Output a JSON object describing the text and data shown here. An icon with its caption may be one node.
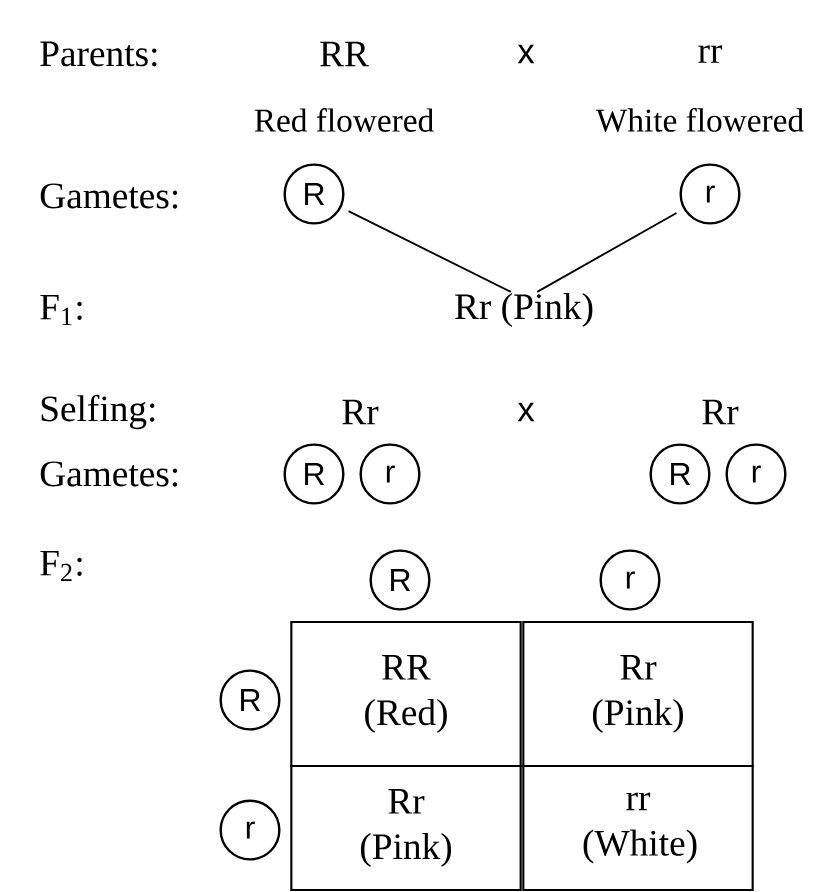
{
  "diagram": {
    "nodes": [
      {
        "text": [
          "R"
        ]
      },
      {
        "text": [
          "r"
        ]
      },
      {
        "text": [
          "Rr (Pink)"
        ]
      },
      {
        "text": [
          "R"
        ]
      },
      {
        "text": [
          "r"
        ]
      },
      {
        "text": [
          "R"
        ]
      },
      {
        "text": [
          "r"
        ]
      },
      {
        "text": [
          "R"
        ]
      },
      {
        "text": [
          "r"
        ]
      },
      {
        "text": [
          "R"
        ]
      },
      {
        "text": [
          "RR (Red)"
        ]
      },
      {
        "text": [
          "Rr (Pink)"
        ]
      },
      {
        "text": [
          "r"
        ]
      },
      {
        "text": [
          "Rr (Pink)"
        ]
      },
      {
        "text": [
          "rr (White)"
        ]
      }
    ],
    "edges": [
      {
        "from": 0,
        "to": 2,
        "arrow": "none"
      },
      {
        "from": 1,
        "to": 2,
        "arrow": "none"
      }
    ],
    "labels": [
      "Parents:",
      "RR",
      "x",
      "rr",
      "Red flowered",
      "White flowered",
      "Gametes:",
      "F$_{1}$:",
      "Selfing:",
      "Rr",
      "x",
      "Rr",
      "Gametes:",
      "F$_{2}$:"
    ]
  }
}
